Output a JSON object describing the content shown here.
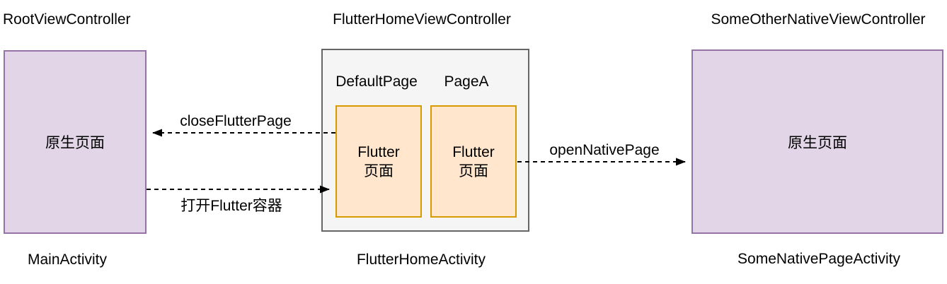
{
  "left_group": {
    "controller": "RootViewController",
    "box": "原生页面",
    "activity": "MainActivity"
  },
  "center_group": {
    "controller": "FlutterHomeViewController",
    "activity": "FlutterHomeActivity",
    "pages": [
      {
        "label": "DefaultPage",
        "line1": "Flutter",
        "line2": "页面"
      },
      {
        "label": "PageA",
        "line1": "Flutter",
        "line2": "页面"
      }
    ]
  },
  "right_group": {
    "controller": "SomeOtherNativeViewController",
    "box": "原生页面",
    "activity": "SomeNativePageActivity"
  },
  "arrows": [
    {
      "label": "closeFlutterPage",
      "direction": "left"
    },
    {
      "label": "打开Flutter容器",
      "direction": "right"
    },
    {
      "label": "openNativePage",
      "direction": "right"
    }
  ],
  "colors": {
    "native_fill": "#e1d5e7",
    "native_border": "#9673a6",
    "flutter_fill": "#ffe6cc",
    "flutter_border": "#d79b00",
    "container_fill": "#f5f5f5",
    "container_border": "#666666",
    "arrow": "#000000",
    "background": "#ffffff"
  }
}
